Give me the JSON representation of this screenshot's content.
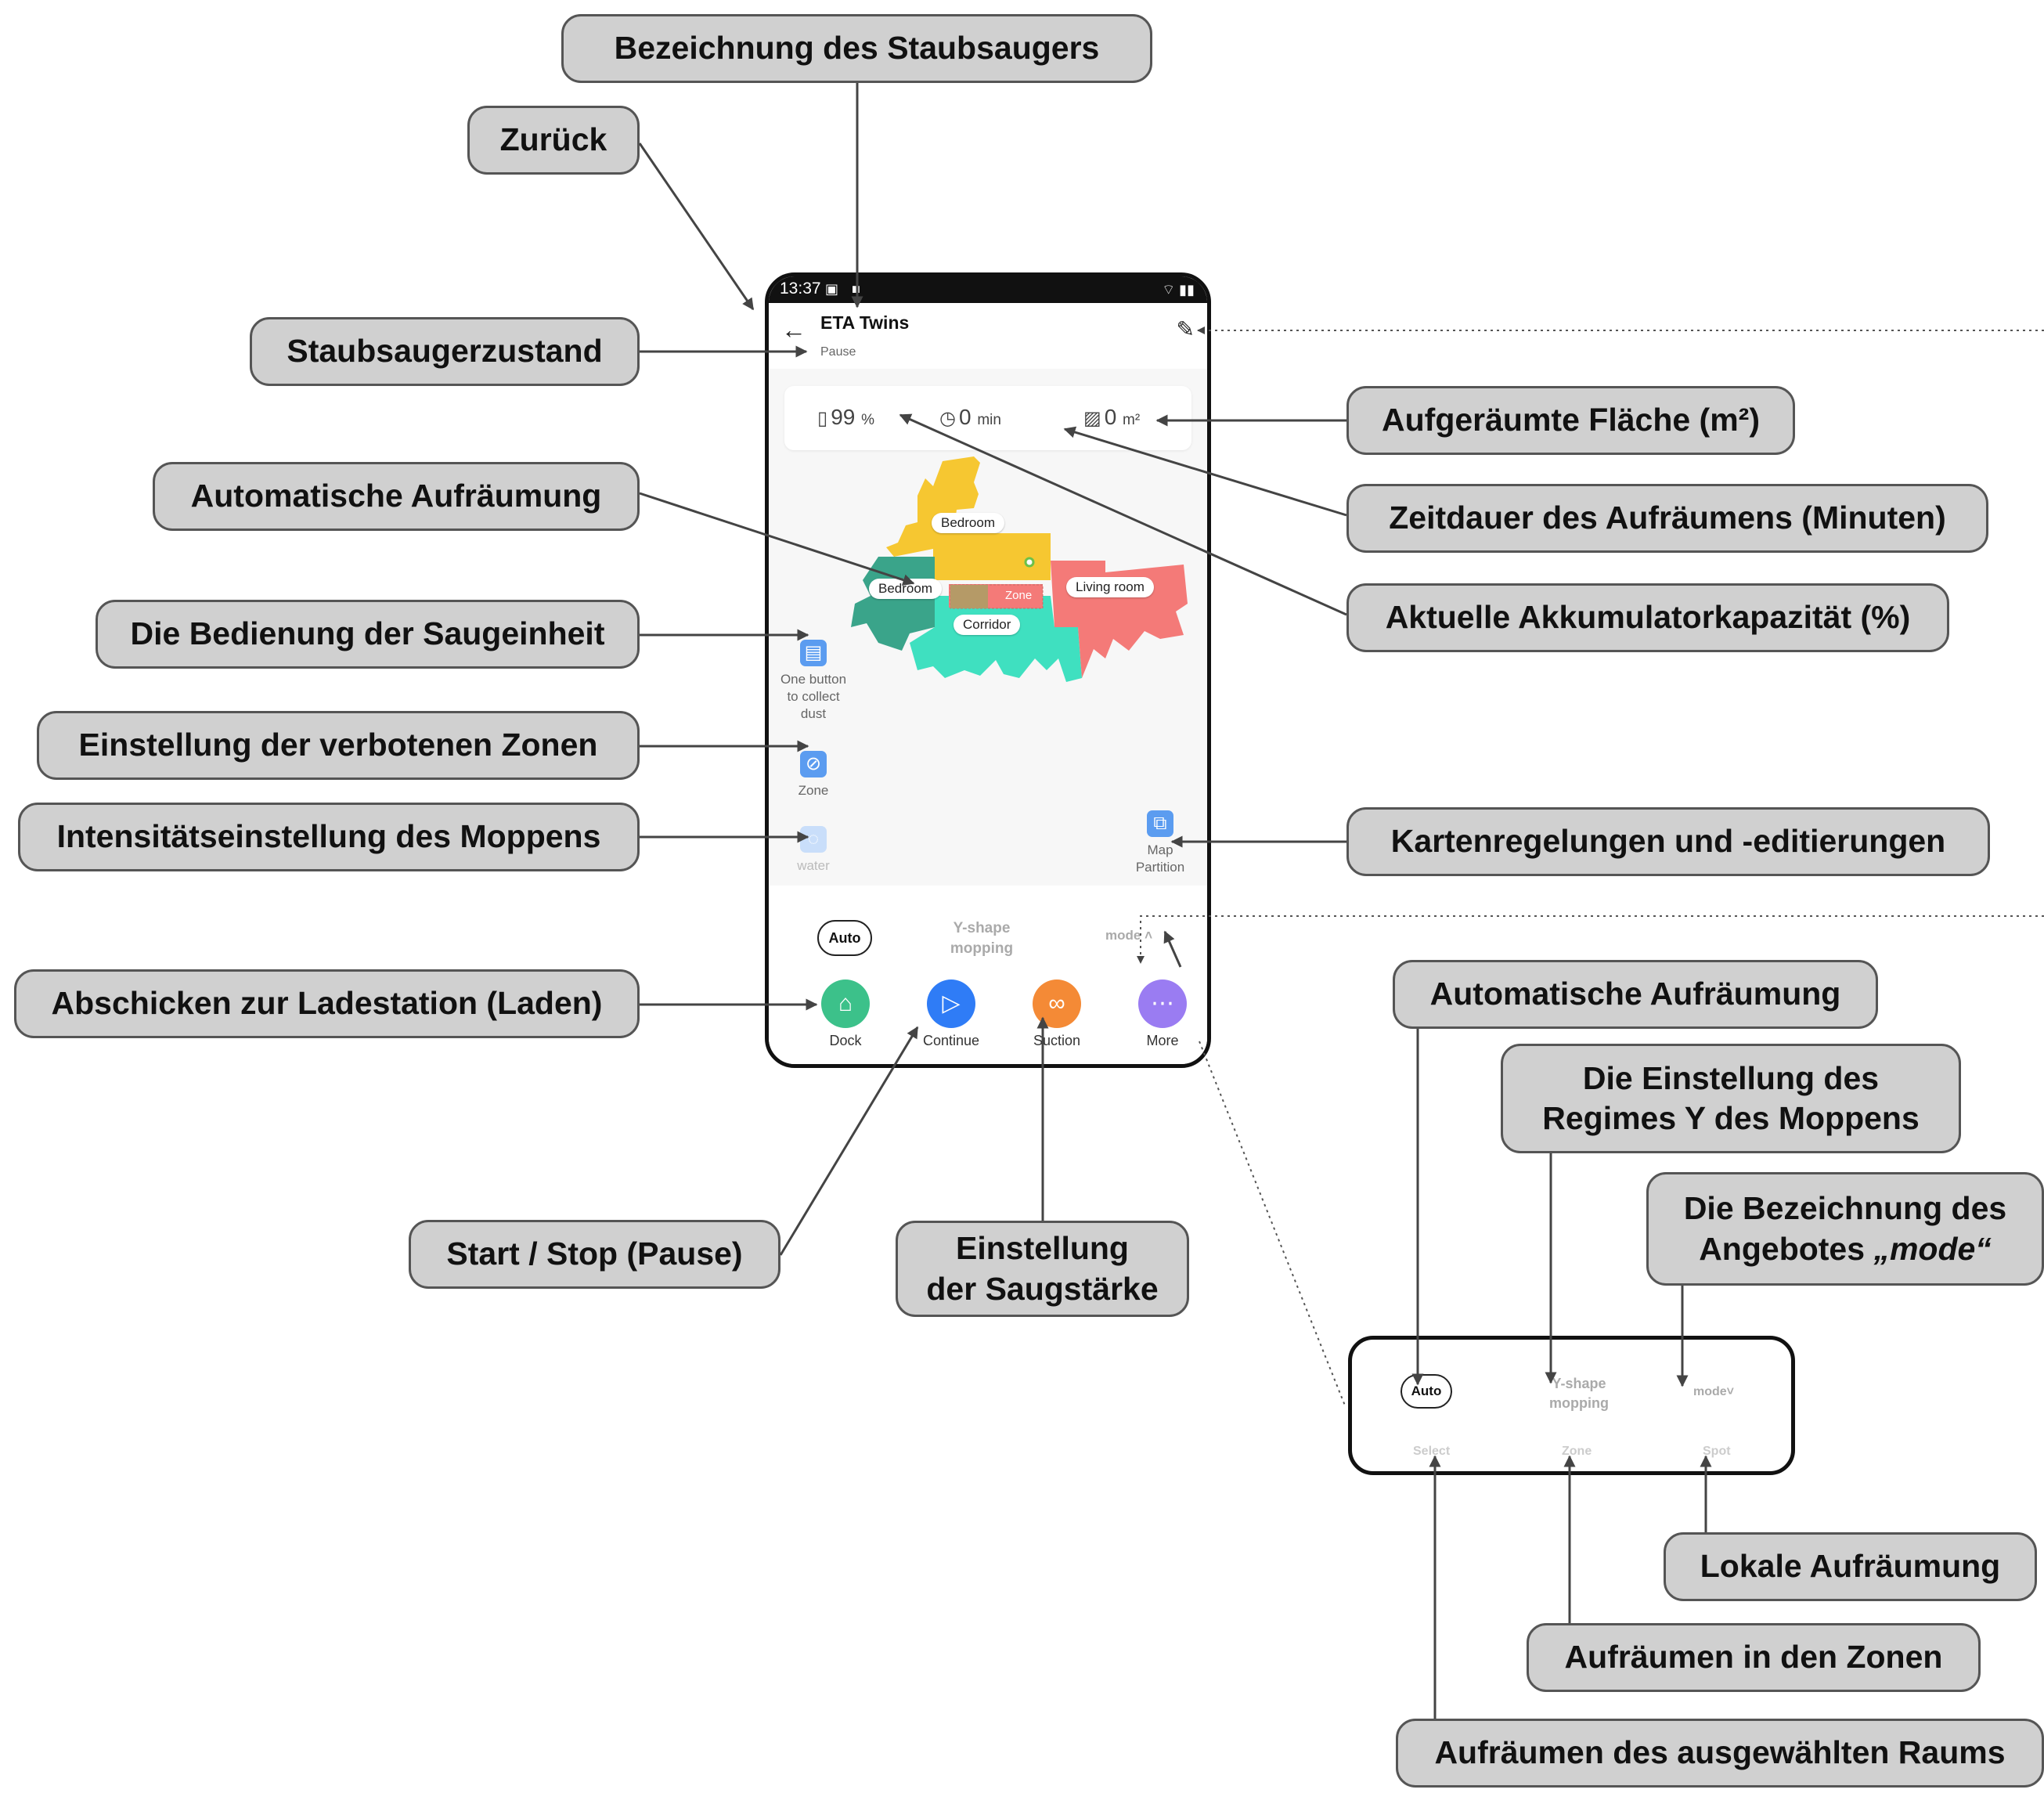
{
  "phone": {
    "status_time": "13:37",
    "device_name": "ETA Twins",
    "device_state": "Pause",
    "back_icon": "arrow-left-icon",
    "edit_icon": "pencil-icon",
    "stats": {
      "battery_value": "99",
      "battery_unit": "%",
      "time_value": "0",
      "time_unit": "min",
      "area_value": "0",
      "area_unit": "m²"
    },
    "side_buttons": {
      "dust_label": "One button to collect dust",
      "zone_label": "Zone",
      "water_label": "water",
      "map_label": "Map Partition"
    },
    "map_rooms": {
      "bedroom_top": "Bedroom",
      "bedroom_left": "Bedroom",
      "zone": "Zone",
      "living_room": "Living room",
      "corridor": "Corridor"
    },
    "map_colors": {
      "yellow": "#f6c731",
      "green": "#3aa48a",
      "cyan": "#3fe0c0",
      "red": "#f47a78",
      "zone": "#b59a67"
    },
    "modes": {
      "auto": "Auto",
      "yshape": "Y-shape mopping",
      "mode": "mode"
    },
    "bottom_buttons": {
      "dock": "Dock",
      "continue": "Continue",
      "suction": "Suction",
      "more": "More"
    },
    "button_colors": {
      "dock": "#3cc18a",
      "continue": "#2f7cf6",
      "suction": "#f48a36",
      "more": "#9a7cf2"
    }
  },
  "zoom_box": {
    "auto": "Auto",
    "yshape": "Y-shape mopping",
    "mode": "mode",
    "select": "Select",
    "zone": "Zone",
    "spot": "Spot"
  },
  "callouts": {
    "bezeichnung": "Bezeichnung des Staubsaugers",
    "zurueck": "Zurück",
    "zustand": "Staubsaugerzustand",
    "flaeche": "Aufgeräumte Fläche (m²)",
    "auto_left": "Automatische Aufräumung",
    "zeitdauer": "Zeitdauer des Aufräumens (Minuten)",
    "akku": "Aktuelle Akkumulatorkapazität (%)",
    "saugeinheit": "Die Bedienung der Saugeinheit",
    "verboten": "Einstellung der verbotenen Zonen",
    "moppen": "Intensitätseinstellung des Moppens",
    "karte": "Kartenregelungen und -editierungen",
    "laden": "Abschicken zur Ladestation (Laden)",
    "auto_right": "Automatische Aufräumung",
    "regime_line1": "Die Einstellung des",
    "regime_line2": "Regimes Y des Moppens",
    "angebot_line1": "Die Bezeichnung des",
    "angebot_line2_prefix": "Angebotes ",
    "angebot_line2_italic": "„mode“",
    "startstop": "Start / Stop (Pause)",
    "saugstaerke_line1": "Einstellung",
    "saugstaerke_line2": "der Saugstärke",
    "lokal": "Lokale Aufräumung",
    "zonen": "Aufräumen in den Zonen",
    "raum": "Aufräumen des ausgewählten Raums"
  }
}
